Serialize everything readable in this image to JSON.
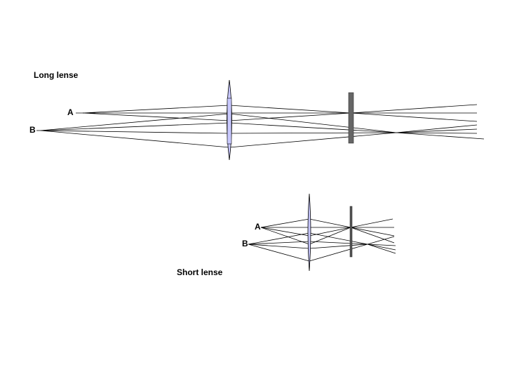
{
  "diagram": {
    "long": {
      "title": "Long lense",
      "point_a": "A",
      "point_b": "B",
      "lens_color": "#c8c8ff",
      "screen_color": "#666666"
    },
    "short": {
      "title": "Short lense",
      "point_a": "A",
      "point_b": "B",
      "lens_color": "#c8c8ff",
      "screen_color": "#555555"
    }
  }
}
